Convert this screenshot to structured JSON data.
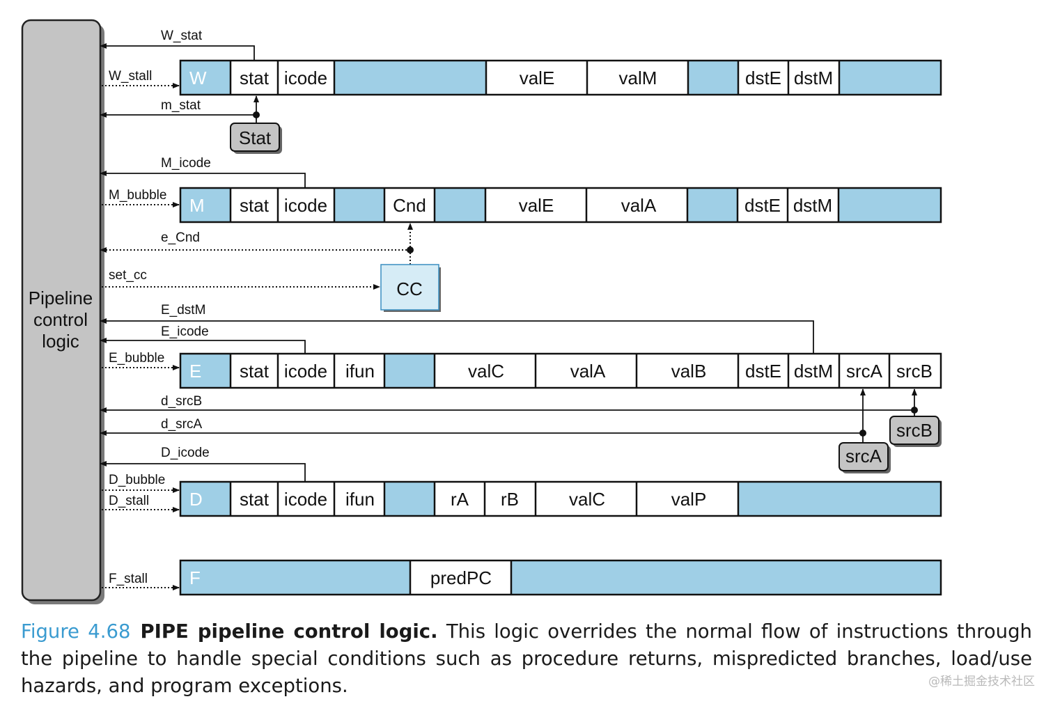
{
  "colors": {
    "register_fill": "#9fcfe6",
    "control_fill": "#c4c4c4",
    "cc_fill": "#d6ecf6",
    "caption_accent": "#3a9bd0"
  },
  "control_block": {
    "label_lines": [
      "Pipeline",
      "control",
      "logic"
    ]
  },
  "signals": {
    "W_stat": "W_stat",
    "W_stall": "W_stall",
    "m_stat": "m_stat",
    "M_icode": "M_icode",
    "M_bubble": "M_bubble",
    "e_Cnd": "e_Cnd",
    "set_cc": "set_cc",
    "E_dstM": "E_dstM",
    "E_icode": "E_icode",
    "E_bubble": "E_bubble",
    "d_srcB": "d_srcB",
    "d_srcA": "d_srcA",
    "D_icode": "D_icode",
    "D_bubble": "D_bubble",
    "D_stall": "D_stall",
    "F_stall": "F_stall"
  },
  "blocks": {
    "stat": "Stat",
    "cc": "CC",
    "srcA": "srcA",
    "srcB": "srcB"
  },
  "registers": {
    "W": {
      "label": "W",
      "fields": [
        "stat",
        "icode",
        "valE",
        "valM",
        "dstE",
        "dstM"
      ]
    },
    "M": {
      "label": "M",
      "fields": [
        "stat",
        "icode",
        "Cnd",
        "valE",
        "valA",
        "dstE",
        "dstM"
      ]
    },
    "E": {
      "label": "E",
      "fields": [
        "stat",
        "icode",
        "ifun",
        "valC",
        "valA",
        "valB",
        "dstE",
        "dstM",
        "srcA",
        "srcB"
      ]
    },
    "D": {
      "label": "D",
      "fields": [
        "stat",
        "icode",
        "ifun",
        "rA",
        "rB",
        "valC",
        "valP"
      ]
    },
    "F": {
      "label": "F",
      "fields": [
        "predPC"
      ]
    }
  },
  "caption": {
    "figure_number": "Figure 4.68",
    "title": "PIPE pipeline control logic.",
    "text": "This logic overrides the normal flow of instructions through the pipeline to handle special conditions such as procedure returns, mispredicted branches, load/use hazards, and program exceptions."
  },
  "watermark": "@稀土掘金技术社区"
}
